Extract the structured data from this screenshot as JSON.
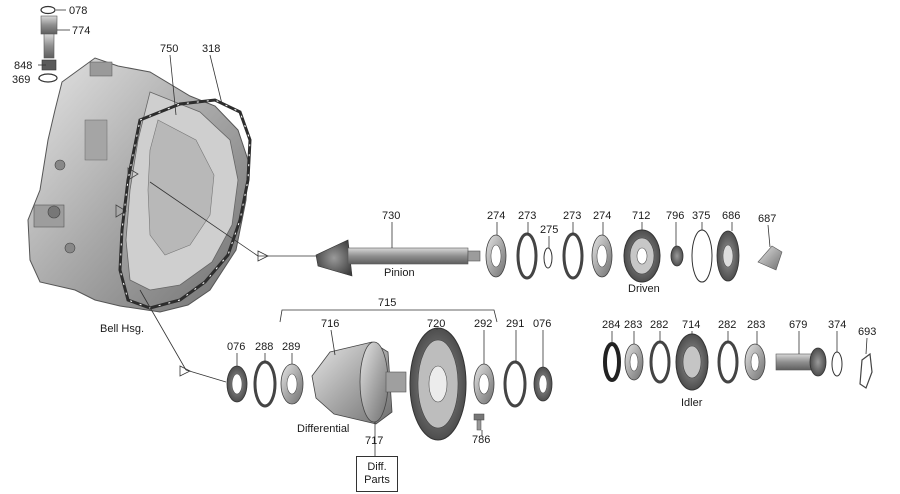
{
  "parts": {
    "p078": "078",
    "p774": "774",
    "p848": "848",
    "p369": "369",
    "p750": "750",
    "p318": "318",
    "p730": "730",
    "p274a": "274",
    "p273a": "273",
    "p275": "275",
    "p273b": "273",
    "p274b": "274",
    "p712": "712",
    "p796": "796",
    "p375": "375",
    "p686": "686",
    "p687": "687",
    "p715": "715",
    "p076a": "076",
    "p288": "288",
    "p289": "289",
    "p716": "716",
    "p720": "720",
    "p292": "292",
    "p291": "291",
    "p076b": "076",
    "p717": "717",
    "p786": "786",
    "p284": "284",
    "p283a": "283",
    "p282a": "282",
    "p714": "714",
    "p282b": "282",
    "p283b": "283",
    "p679": "679",
    "p374": "374",
    "p693": "693"
  },
  "captions": {
    "bell": "Bell Hsg.",
    "pinion": "Pinion",
    "driven": "Driven",
    "differential": "Differential",
    "idler": "Idler",
    "diff_parts_line1": "Diff.",
    "diff_parts_line2": "Parts"
  }
}
